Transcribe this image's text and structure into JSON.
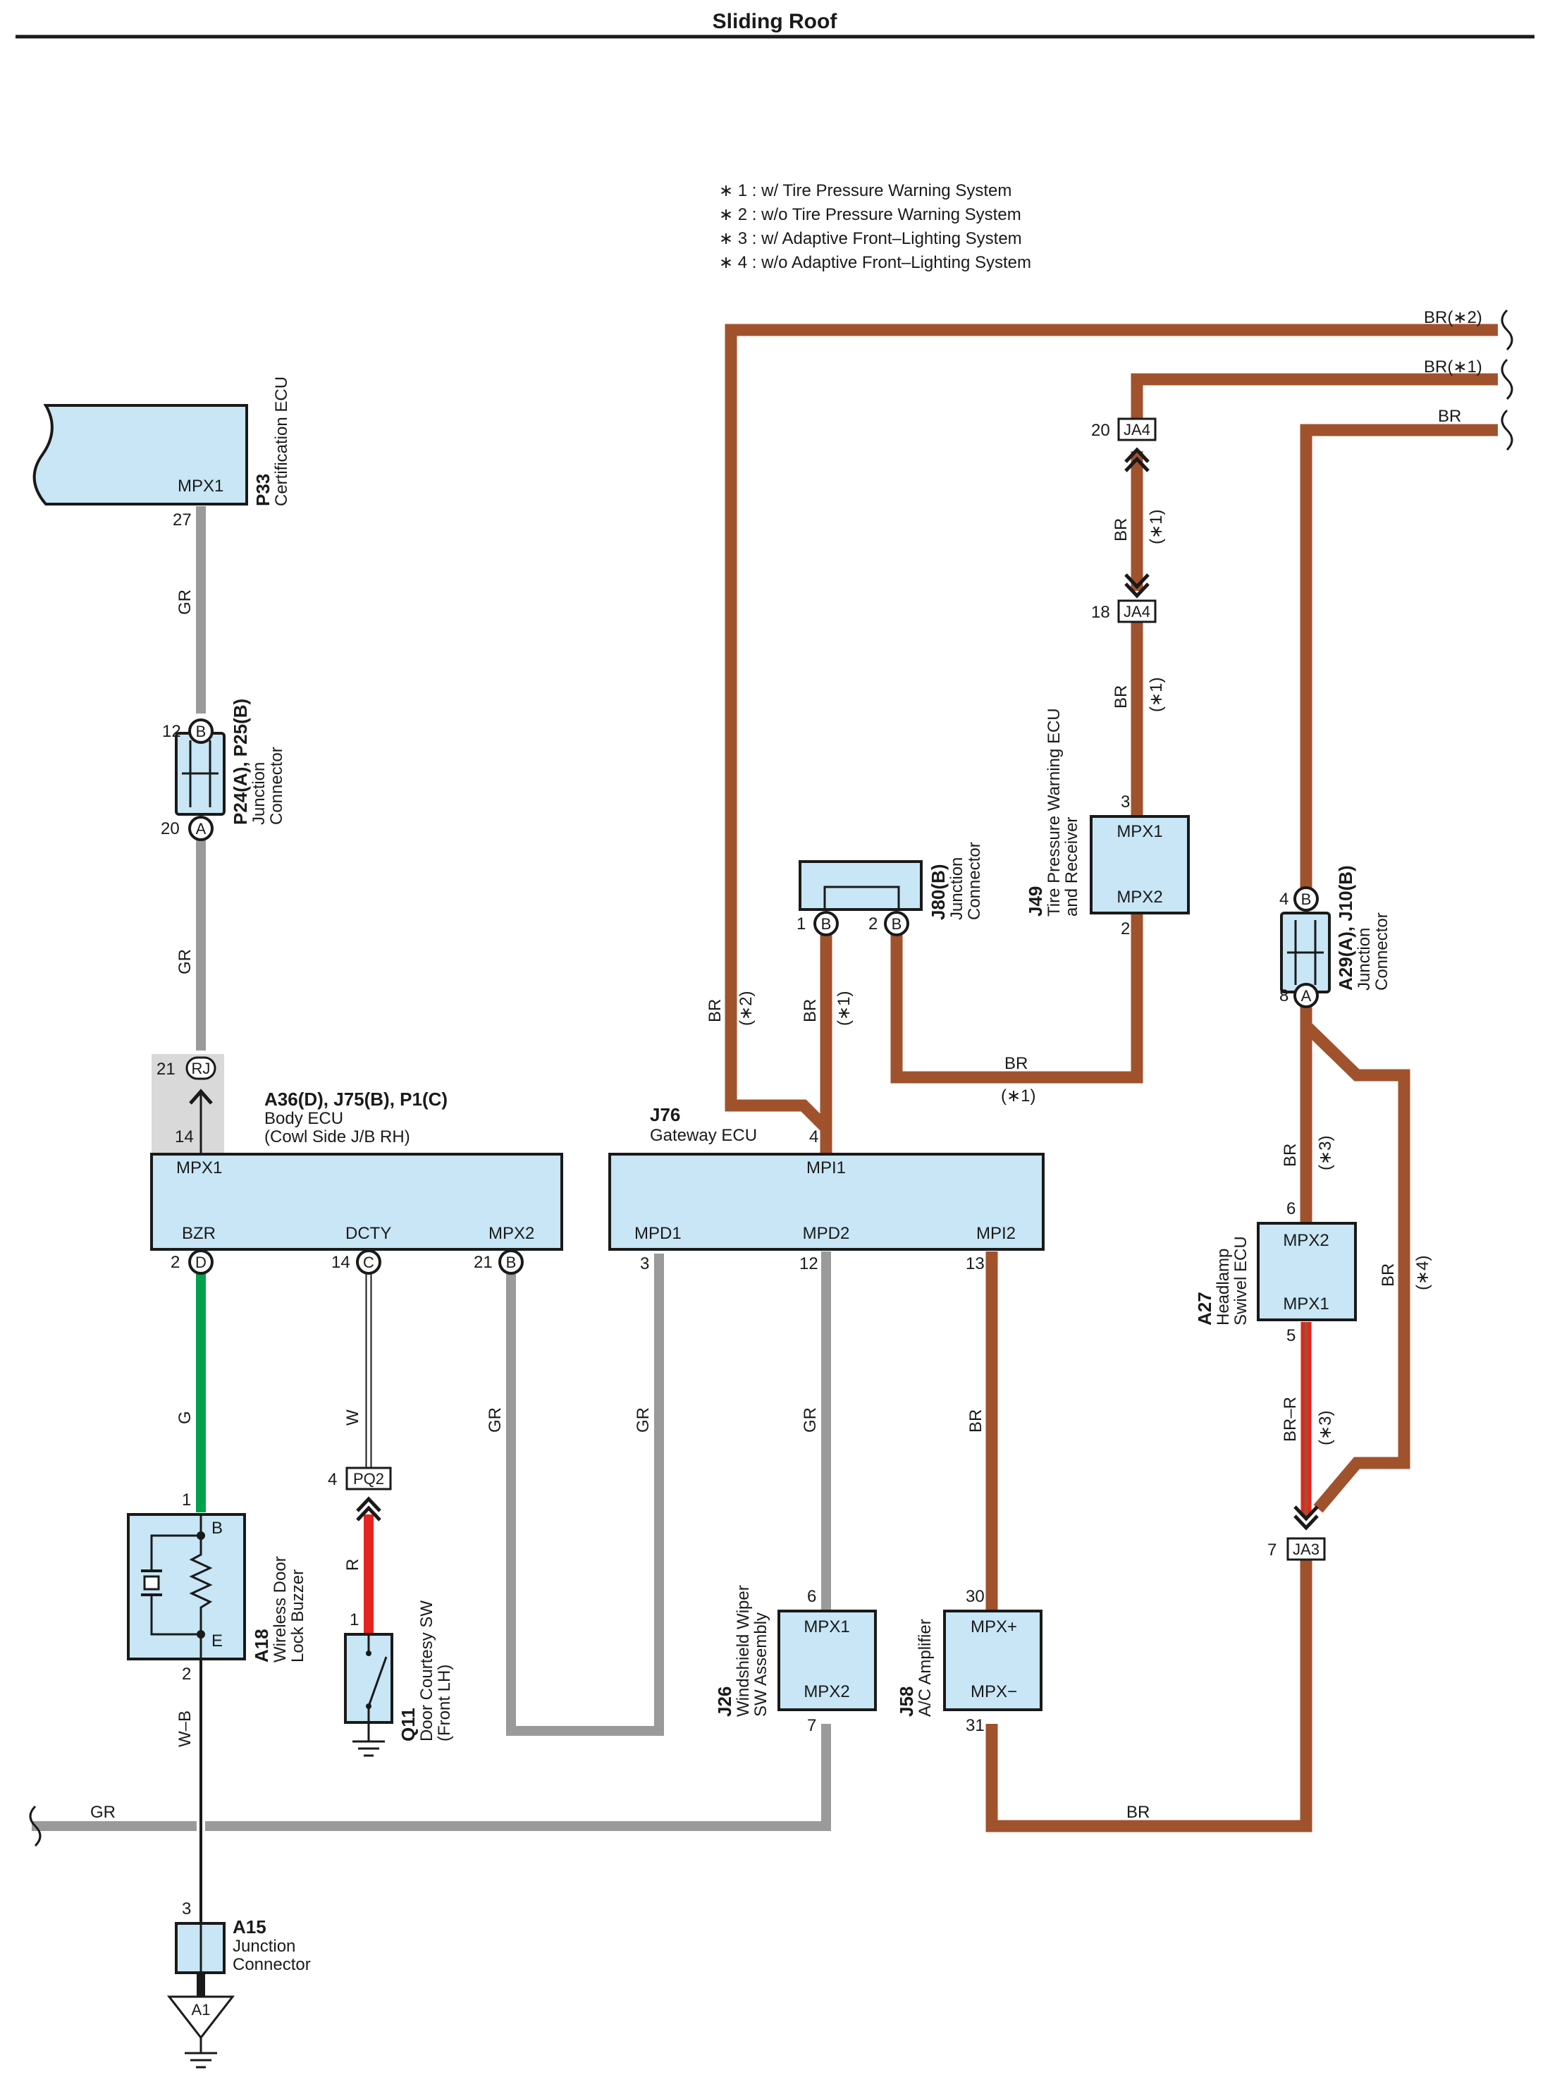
{
  "title": "Sliding Roof",
  "notes": [
    "∗ 1 : w/ Tire Pressure Warning System",
    "∗ 2 : w/o Tire Pressure Warning System",
    "∗ 3 : w/ Adaptive Front–Lighting System",
    "∗ 4 : w/o Adaptive Front–Lighting System"
  ],
  "colors": {
    "BR": "#a0522d",
    "GR": "#9a9a9a",
    "G": "#00a14b",
    "R": "#e52420",
    "box": "#c8e6f5"
  },
  "components": {
    "p33": {
      "code": "P33",
      "name": "Certification ECU",
      "terminal": "MPX1",
      "pin": "27"
    },
    "p24": {
      "code": "P24(A), P25(B)",
      "name1": "Junction",
      "name2": "Connector",
      "pin_top": "12",
      "conn_top": "B",
      "pin_bottom": "20",
      "conn_bottom": "A"
    },
    "body_ecu": {
      "code": "A36(D), J75(B), P1(C)",
      "name1": "Body ECU",
      "name2": "(Cowl Side J/B RH)",
      "t_mpx1": "MPX1",
      "t_bzr": "BZR",
      "t_dcty": "DCTY",
      "t_mpx2": "MPX2",
      "rj_pin": "21",
      "rj": "RJ",
      "pin_mpx1": "14",
      "pin_bzr": "2",
      "conn_bzr": "D",
      "pin_dcty": "14",
      "conn_dcty": "C",
      "pin_mpx2": "21",
      "conn_mpx2": "B"
    },
    "gateway": {
      "code": "J76",
      "name": "Gateway ECU",
      "t_mpi1": "MPI1",
      "t_mpd1": "MPD1",
      "t_mpd2": "MPD2",
      "t_mpi2": "MPI2",
      "pin_mpi1": "4",
      "pin_mpd1": "3",
      "pin_mpd2": "12",
      "pin_mpi2": "13"
    },
    "j80": {
      "code": "J80(B)",
      "name1": "Junction",
      "name2": "Connector",
      "pin1": "1",
      "conn1": "B",
      "pin2": "2",
      "conn2": "B"
    },
    "j49": {
      "code": "J49",
      "name1": "Tire Pressure Warning ECU",
      "name2": "and Receiver",
      "t1": "MPX1",
      "t2": "MPX2",
      "pin1": "3",
      "pin2": "2"
    },
    "a29": {
      "code": "A29(A), J10(B)",
      "name1": "Junction",
      "name2": "Connector",
      "pin_top": "4",
      "conn_top": "B",
      "pin_bottom": "8",
      "conn_bottom": "A"
    },
    "a27": {
      "code": "A27",
      "name1": "Headlamp",
      "name2": "Swivel ECU",
      "t1": "MPX2",
      "t2": "MPX1",
      "pin1": "6",
      "pin2": "5"
    },
    "a18": {
      "code": "A18",
      "name1": "Wireless Door",
      "name2": "Lock Buzzer",
      "tB": "B",
      "tE": "E",
      "pin1": "1",
      "pin2": "2"
    },
    "q11": {
      "code": "Q11",
      "name1": "Door Courtesy SW",
      "name2": "(Front LH)",
      "pin": "1"
    },
    "j26": {
      "code": "J26",
      "name1": "Windshield Wiper",
      "name2": "SW Assembly",
      "t1": "MPX1",
      "t2": "MPX2",
      "pin1": "6",
      "pin2": "7"
    },
    "j58": {
      "code": "J58",
      "name": "A/C Amplifier",
      "t1": "MPX+",
      "t2": "MPX−",
      "pin1": "30",
      "pin2": "31"
    },
    "a15": {
      "code": "A15",
      "name1": "Junction",
      "name2": "Connector",
      "pin": "3",
      "ground": "A1"
    }
  },
  "connectors": {
    "ja4_top": {
      "label": "JA4",
      "pin": "20"
    },
    "ja4_bottom": {
      "label": "JA4",
      "pin": "18"
    },
    "pq2": {
      "label": "PQ2",
      "pin": "4"
    },
    "ja3": {
      "label": "JA3",
      "pin": "7"
    }
  },
  "wire_labels": {
    "br2": "BR(∗2)",
    "br1": "BR(∗1)",
    "br": "BR",
    "gr": "GR",
    "g": "G",
    "w": "W",
    "r": "R",
    "wb": "W–B",
    "brr": "BR–R",
    "n1": "(∗1)",
    "n2": "(∗2)",
    "n3": "(∗3)",
    "n4": "(∗4)"
  }
}
